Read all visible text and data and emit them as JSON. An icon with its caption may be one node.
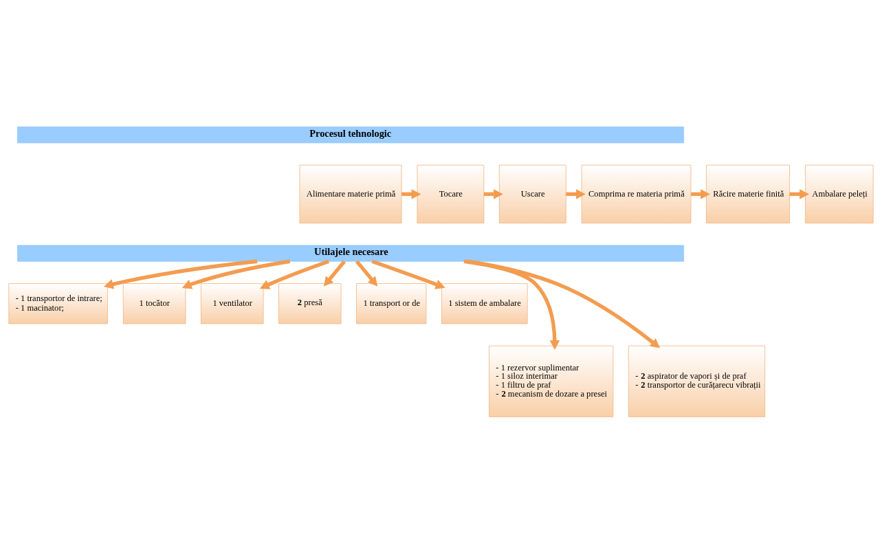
{
  "diagram": {
    "nodes": [
      {
        "text": [
          "Procesul tehnologic"
        ]
      },
      {
        "text": [
          "Alimentare materie primă"
        ]
      },
      {
        "text": [
          "Tocare"
        ]
      },
      {
        "text": [
          "Uscare"
        ]
      },
      {
        "text": [
          "Comprima re materia primă"
        ]
      },
      {
        "text": [
          "Răcire materie finită"
        ]
      },
      {
        "text": [
          "Ambalare peleți"
        ]
      },
      {
        "text": [
          "Utilajele necesare"
        ]
      },
      {
        "text": [
          "- 1 transportor de intrare;",
          "- 1 macinator;"
        ]
      },
      {
        "text": [
          "1 tocător"
        ]
      },
      {
        "text": [
          "1 ventilator"
        ]
      },
      {
        "text": [
          "**2** presă"
        ]
      },
      {
        "text": [
          "1 transport or de"
        ]
      },
      {
        "text": [
          "1 sistem de ambalare"
        ]
      },
      {
        "text": [
          "- 1 rezervor suplimentar",
          "- 1 siloz interimar",
          "- 1 filtru de praf",
          "- **2** mecanism de dozare a presei"
        ]
      },
      {
        "text": [
          "- **2** aspirator de vapori și de praf",
          "- **2** transportor de curățarecu vibrații"
        ]
      }
    ],
    "edges": [
      {
        "from": 1,
        "to": 2,
        "arrow": "to"
      },
      {
        "from": 2,
        "to": 3,
        "arrow": "to"
      },
      {
        "from": 3,
        "to": 4,
        "arrow": "to"
      },
      {
        "from": 4,
        "to": 5,
        "arrow": "to"
      },
      {
        "from": 5,
        "to": 6,
        "arrow": "to"
      },
      {
        "from": 7,
        "to": 8,
        "arrow": "to"
      },
      {
        "from": 7,
        "to": 9,
        "arrow": "to"
      },
      {
        "from": 7,
        "to": 10,
        "arrow": "to"
      },
      {
        "from": 7,
        "to": 11,
        "arrow": "to"
      },
      {
        "from": 7,
        "to": 12,
        "arrow": "to"
      },
      {
        "from": 7,
        "to": 13,
        "arrow": "to"
      },
      {
        "from": 7,
        "to": 14,
        "arrow": "to"
      },
      {
        "from": 7,
        "to": 15,
        "arrow": "to"
      }
    ]
  }
}
